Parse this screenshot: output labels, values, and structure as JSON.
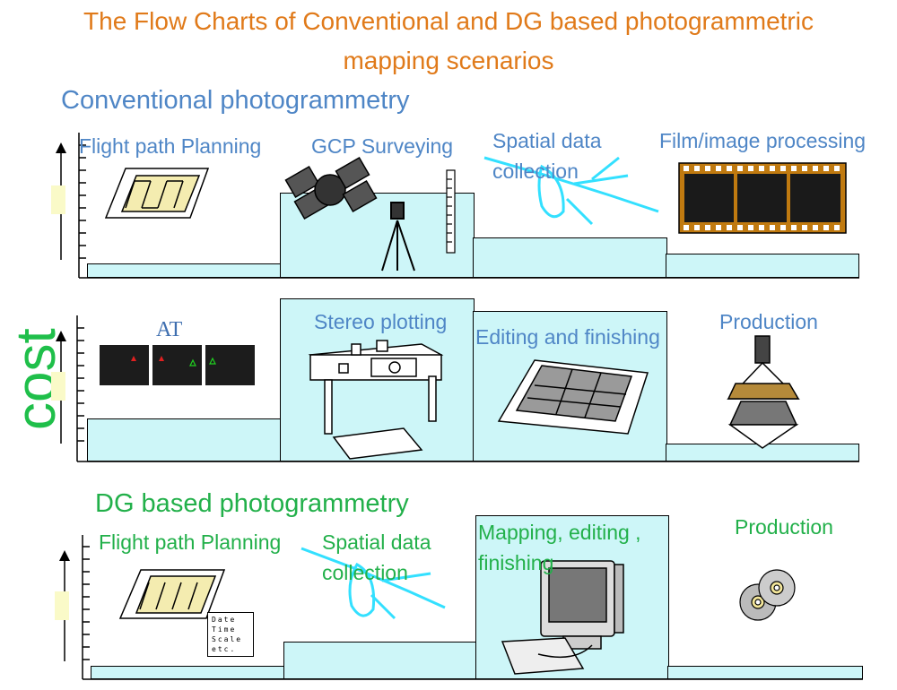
{
  "title": {
    "line1": "The Flow Charts of Conventional and DG based   photogrammetric",
    "line2": "mapping scenarios"
  },
  "y_axis_label": "cost",
  "panels": [
    {
      "heading": "Conventional photogrammetry",
      "steps": [
        "Flight path Planning",
        "GCP Surveying",
        "Spatial data collection",
        "Film/image processing"
      ],
      "step_lines": [
        "Spatial data",
        "collection"
      ],
      "relative_cost": [
        0.08,
        0.6,
        0.3,
        0.18
      ],
      "icons": [
        "map-planning-icon",
        "satellite-icon",
        "theodolite-icon",
        "leveling-rod-icon",
        "airplane-icon",
        "film-strip-icon"
      ]
    },
    {
      "heading": "",
      "steps": [
        "AT",
        "Stereo plotting",
        "Editing and finishing",
        "Production"
      ],
      "relative_cost": [
        0.28,
        1.0,
        0.94,
        0.12
      ],
      "icons": [
        "aerial-images-icon",
        "stereo-plotter-icon",
        "map-sheet-icon",
        "projector-icon"
      ]
    },
    {
      "heading": "DG  based photogrammetry",
      "steps": [
        "Flight path Planning",
        "Spatial data collection",
        "Mapping, editing , finishing",
        "Production"
      ],
      "step_lines": [
        "Spatial data",
        "collection",
        "Mapping, editing ,",
        "finishing"
      ],
      "relative_cost": [
        0.06,
        0.24,
        1.0,
        0.06
      ],
      "metadata_card": [
        "Date",
        "Time",
        "Scale",
        "etc."
      ],
      "icons": [
        "map-planning-icon",
        "airplane-icon",
        "computer-workstation-icon",
        "compact-disc-icon"
      ]
    }
  ],
  "colors": {
    "title": "#e07a1a",
    "conventional": "#4f86c6",
    "dg": "#22b04a",
    "bar_fill": "#cdf6f8",
    "airplane": "#33e0ff"
  }
}
